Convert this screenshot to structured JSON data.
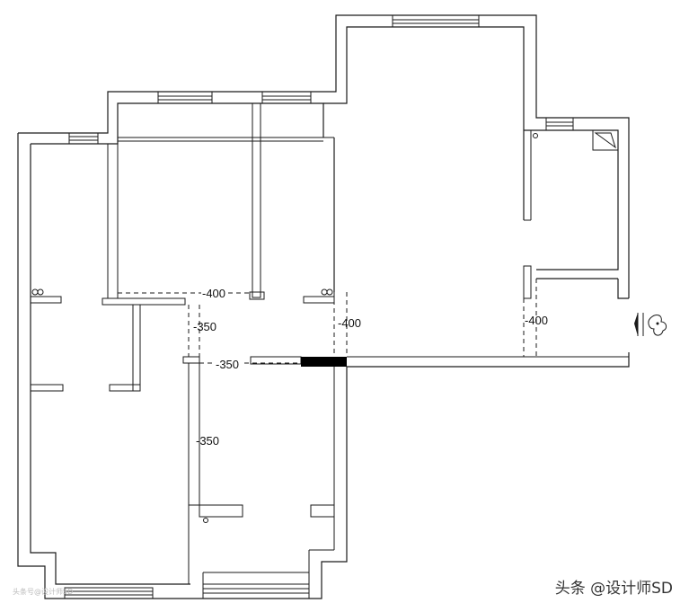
{
  "dimensions": [
    {
      "key": "beam-top-left",
      "label": "-400"
    },
    {
      "key": "beam-corridor-vertical",
      "label": "-350"
    },
    {
      "key": "beam-corridor-horizontal",
      "label": "-350"
    },
    {
      "key": "beam-right-middle",
      "label": "-400"
    },
    {
      "key": "beam-bath-vertical",
      "label": "-350"
    },
    {
      "key": "beam-kitchen",
      "label": "-400"
    }
  ],
  "watermark": "头条 @设计师SD",
  "watermark_small": "头条号@设计师SD",
  "colors": {
    "line": "#1a1a1a",
    "beam_fill": "#000000",
    "background": "#ffffff"
  },
  "icons": [
    "north-arrow-icon",
    "socket-icon",
    "corner-fixture-icon"
  ]
}
